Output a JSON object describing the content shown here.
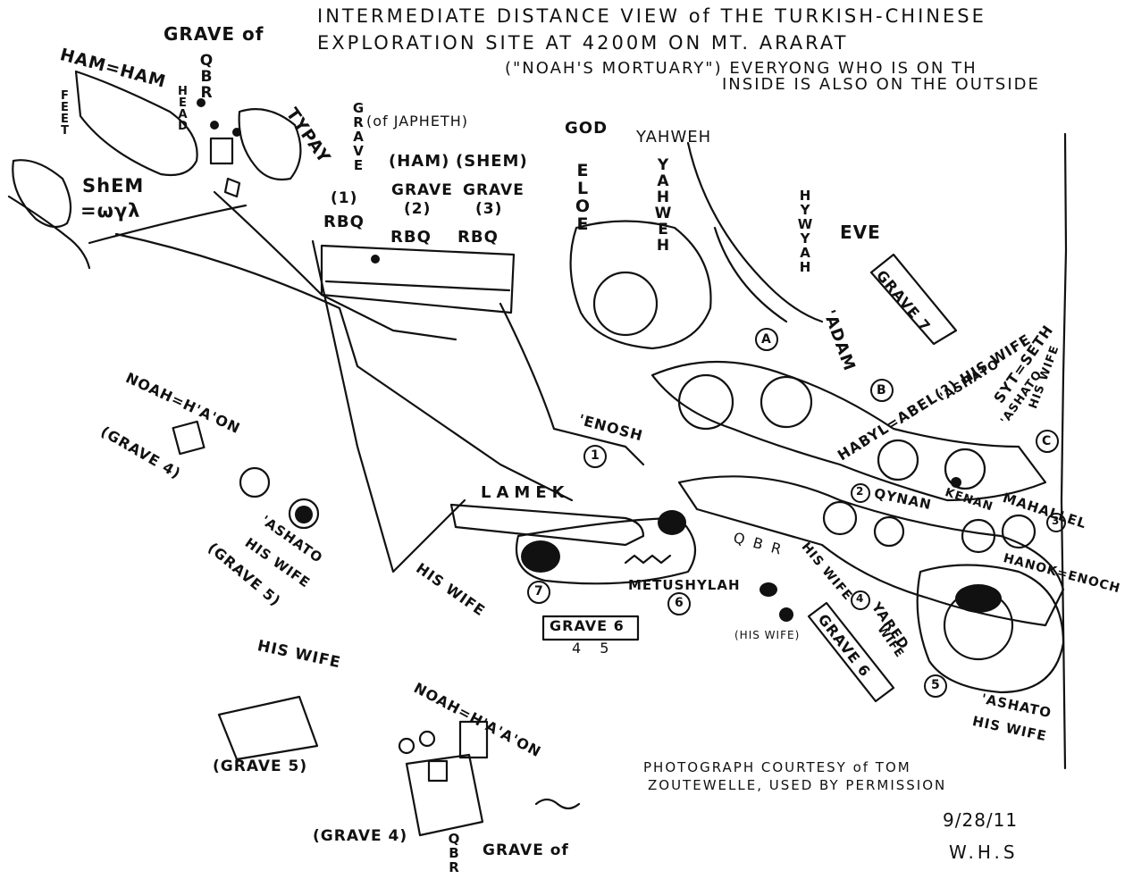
{
  "header": {
    "line1": "INTERMEDIATE DISTANCE VIEW of THE TURKISH-CHINESE",
    "line2": "EXPLORATION SITE AT 4200M ON MT. ARARAT",
    "line3": "(\"NOAH'S MORTUARY\") EVERYONG WHO IS ON TH",
    "line4": "INSIDE IS ALSO ON THE OUTSIDE"
  },
  "top_left": {
    "grave_of": "GRAVE of",
    "qbr": "QBR",
    "ham_eq": "HAM=HAM",
    "feet": "FEET",
    "head": "HEAD",
    "shem": "ShEM",
    "shem_glyphs": "=ωγλ",
    "typay": "TYPAY",
    "grave_vert": "GRAVE",
    "of_japheth": "(of JAPHETH)",
    "ham_paren": "(HAM)",
    "shem_paren": "(SHEM)",
    "grave_a": "GRAVE",
    "grave_b": "GRAVE",
    "grave_c": "GRAVE",
    "num1": "(1)",
    "num2": "(2)",
    "num3": "(3)",
    "rbq1": "RBQ",
    "rbq2": "RBQ",
    "rbq3": "RBQ"
  },
  "upper_right": {
    "god": "GOD",
    "yahweh": "YAHWEH",
    "eloe_vert": "ELOE",
    "yahweh_vert": "YAHWEH",
    "eve": "EVE",
    "eve_vert": "HYWYAH",
    "grave7": "GRAVE 7",
    "adam": "'ADAM",
    "circle_a": "A",
    "circle_b": "B",
    "circle_c": "C",
    "habyl": "HABYL=ABEL(?) HIS WIFE",
    "ashato1": "'ASHATO",
    "syt_seth": "SYT=SETH",
    "ashato2": "'ASHATO",
    "his_wife_r": "HIS WIFE"
  },
  "middle": {
    "enosh": "'ENOSH",
    "circ1": "1",
    "lamek": "LAMEK",
    "his_wife_left": "HIS WIFE",
    "circ7": "7",
    "circ6": "6",
    "circ2": "2",
    "circ3": "3",
    "circ4": "4",
    "circ5": "5",
    "metushylah": "METUSHYLAH",
    "his_wife_paren": "(HIS WIFE)",
    "qbr_mid": "QBR",
    "his_wife_mid": "HIS WIFE",
    "qynan": "QYNAN",
    "kenan": "KENAN",
    "mahallel": "MAHALLEL",
    "hanok": "HANOK=ENOCH",
    "yared": "YARED",
    "wife_y": "WIFE",
    "grave6": "GRAVE 6",
    "grave_45": "GRAVE 6",
    "grave_45_sub": "4 5",
    "ashato_br": "'ASHATO",
    "his_wife_br": "HIS WIFE"
  },
  "left": {
    "noah": "NOAH=H'A'ON",
    "grave4": "(GRAVE 4)",
    "ashato": "'ASHATO",
    "his_wife": "HIS WIFE",
    "grave5": "(GRAVE 5)"
  },
  "bottom": {
    "his_wife": "HIS WIFE",
    "grave5": "(GRAVE 5)",
    "noah": "NOAH=H'A'A'ON",
    "grave4": "(GRAVE 4)",
    "qbr": "QBR",
    "grave_of": "GRAVE of",
    "courtesy1": "PHOTOGRAPH COURTESY of TOM",
    "courtesy2": "ZOUTEWELLE, USED BY PERMISSION",
    "date": "9/28/11",
    "initials": "W.H.S"
  },
  "colors": {
    "ink": "#111111",
    "paper": "#ffffff"
  }
}
